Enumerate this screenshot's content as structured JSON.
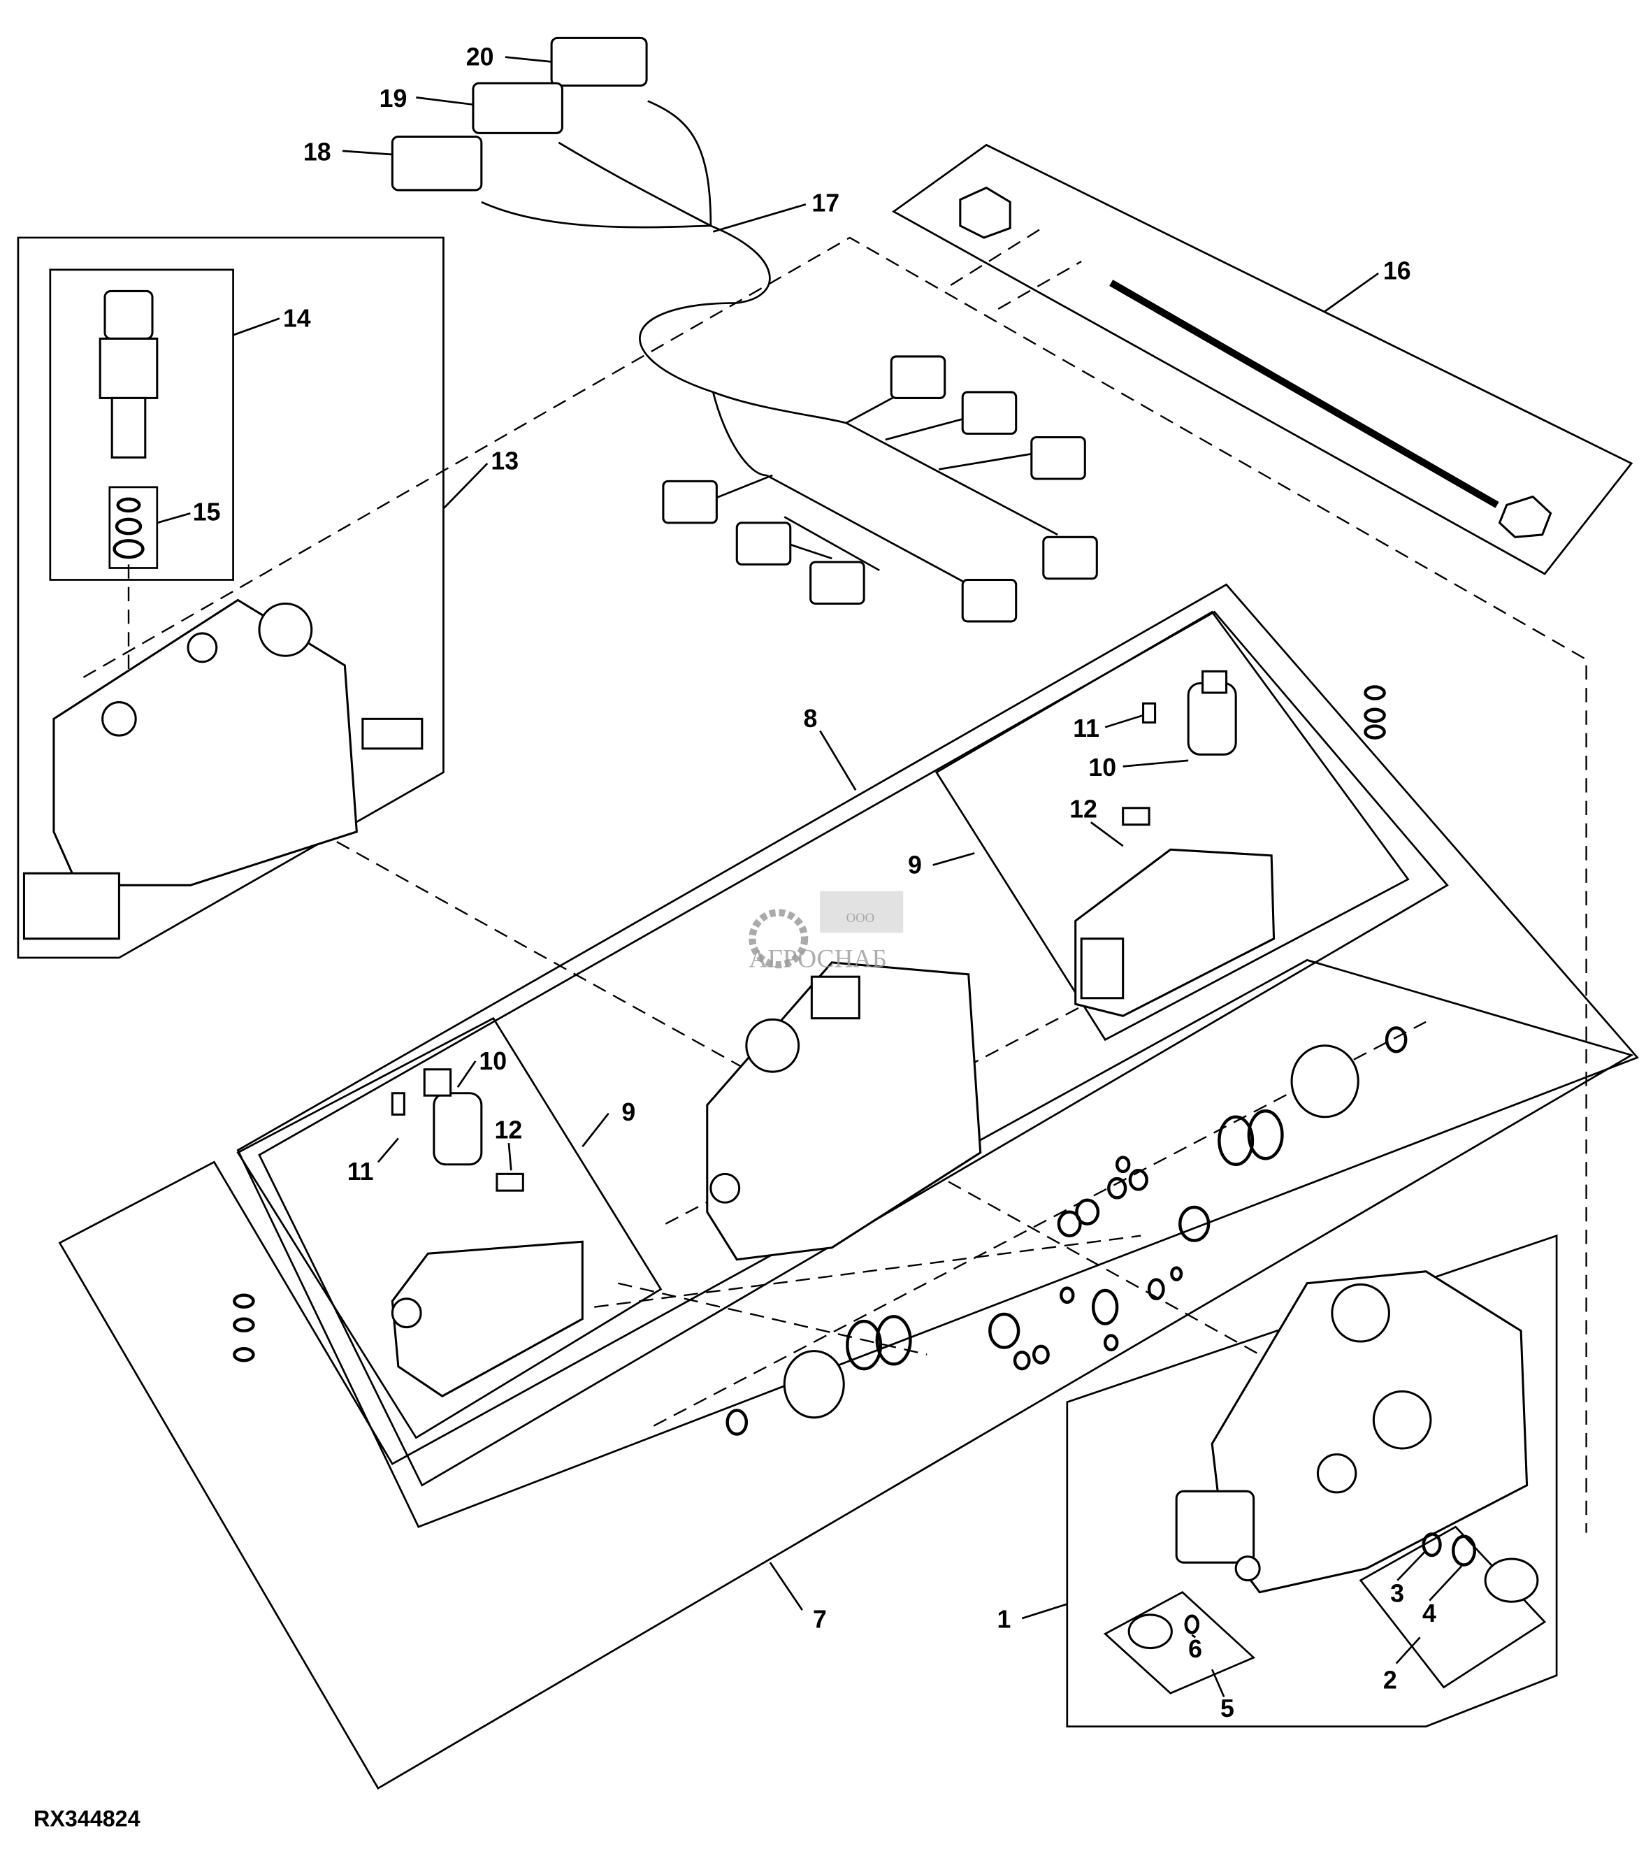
{
  "figure_id": "RX344824",
  "watermark": {
    "prefix": "ООО",
    "name": "АГРОСНАБ"
  },
  "callouts": [
    "1",
    "2",
    "3",
    "4",
    "5",
    "6",
    "7",
    "8",
    "9",
    "9",
    "10",
    "10",
    "11",
    "11",
    "12",
    "12",
    "13",
    "14",
    "15",
    "16",
    "17",
    "18",
    "19",
    "20"
  ]
}
